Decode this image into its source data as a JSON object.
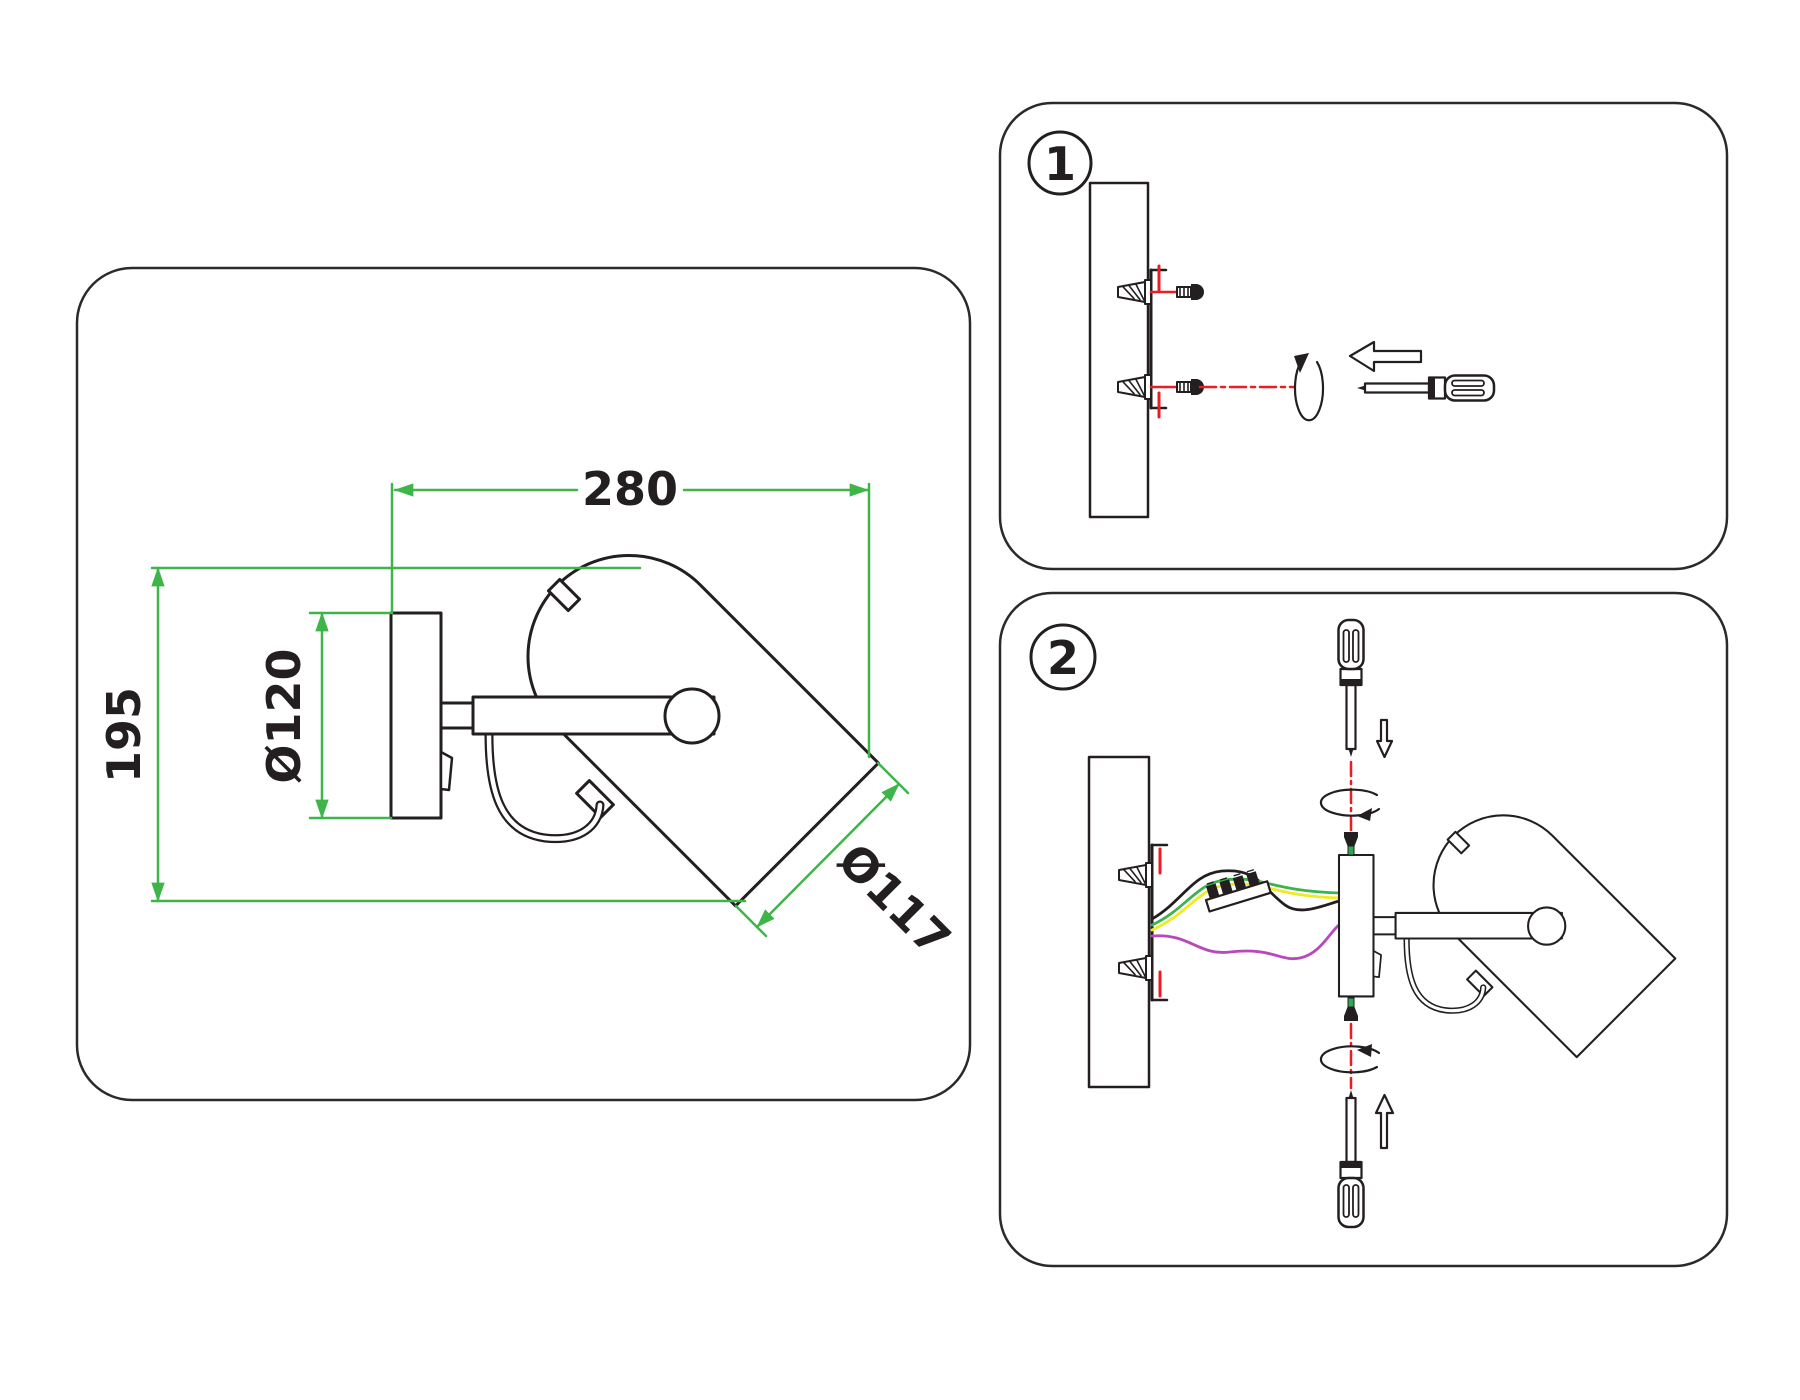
{
  "diagram": {
    "dimensions": {
      "width": "280",
      "height": "195",
      "base_diameter": "Ø120",
      "shade_diameter": "Ø117"
    },
    "steps": [
      {
        "number": "1"
      },
      {
        "number": "2"
      }
    ],
    "colors": {
      "line": "#231f20",
      "dim": "#3eb549",
      "red": "#ed1c24",
      "wireg": "#3cb44a",
      "wirey": "#f2e921",
      "wirem": "#b848bb",
      "screwtip": "#2fa84f",
      "bg": "#ffffff"
    }
  }
}
